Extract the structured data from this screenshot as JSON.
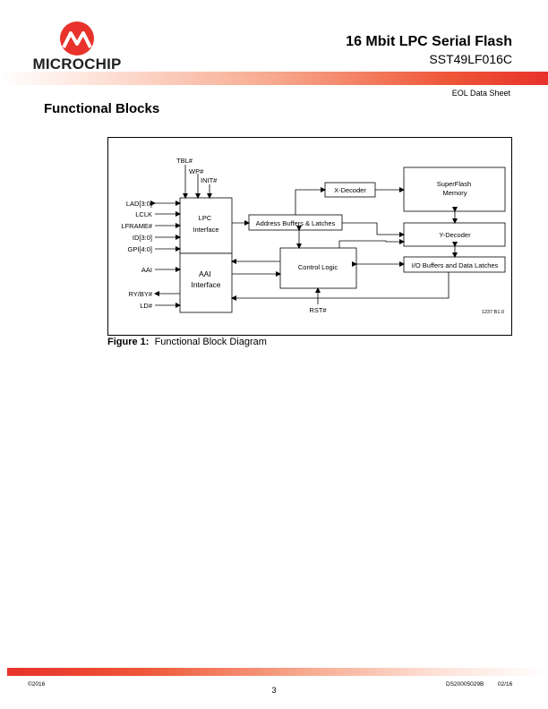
{
  "brand": {
    "logo_text": "MICROCHIP",
    "logo_color": "#e8322b"
  },
  "header": {
    "title": "16 Mbit  LPC Serial Flash",
    "part_number": "SST49LF016C",
    "doc_type": "EOL Data Sheet"
  },
  "section": {
    "heading": "Functional Blocks"
  },
  "diagram": {
    "signals_left": [
      "LAD[3:0]",
      "LCLK",
      "LFRAME#",
      "ID[3:0]",
      "GPI[4:0]",
      "AAI",
      "RY/BY#",
      "LD#"
    ],
    "signals_top": [
      "TBL#",
      "WP#",
      "INIT#"
    ],
    "blocks": {
      "lpc_interface": "LPC Interface",
      "aai_interface": "AAI Interface",
      "address_buffers": "Address Buffers & Latches",
      "x_decoder": "X-Decoder",
      "superflash_memory": "SuperFlash Memory",
      "y_decoder": "Y-Decoder",
      "control_logic": "Control Logic",
      "io_buffers": "I/O Buffers and Data Latches"
    },
    "rst_label": "RST#",
    "figure_code": "1237 B1.0"
  },
  "caption": {
    "label": "Figure 1:",
    "text": "Functional Block Diagram"
  },
  "footer": {
    "copyright": "©2016",
    "doc_number": "DS20005029B",
    "date": "02/16",
    "page_number": "3"
  },
  "colors": {
    "accent_red": "#e8322b",
    "accent_orange": "#f5a38a"
  }
}
